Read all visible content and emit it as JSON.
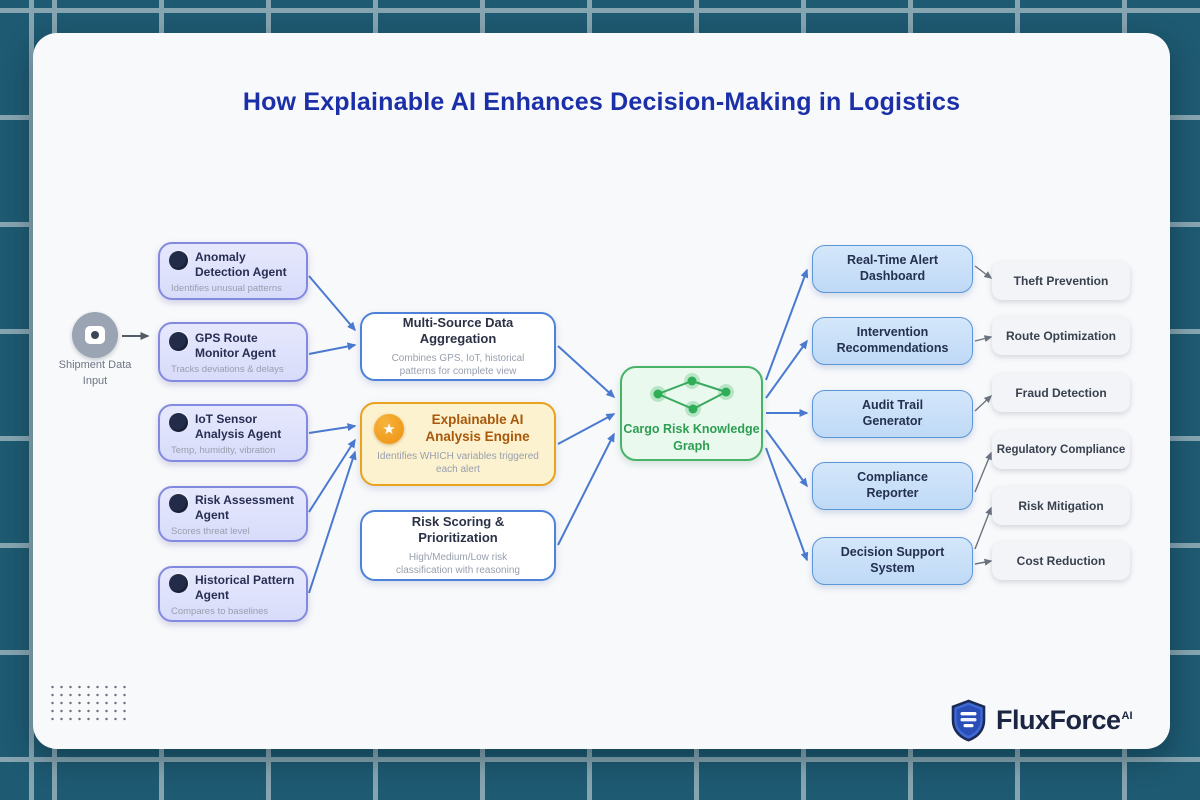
{
  "title": "How Explainable AI Enhances Decision-Making in Logistics",
  "input": {
    "label": "Shipment Data Input"
  },
  "agents": [
    {
      "title": "Anomaly Detection Agent",
      "subtitle": "Identifies unusual patterns"
    },
    {
      "title": "GPS Route Monitor Agent",
      "subtitle": "Tracks deviations & delays"
    },
    {
      "title": "IoT Sensor Analysis Agent",
      "subtitle": "Temp, humidity, vibration"
    },
    {
      "title": "Risk Assessment Agent",
      "subtitle": "Scores threat level"
    },
    {
      "title": "Historical Pattern Agent",
      "subtitle": "Compares to baselines"
    }
  ],
  "processing": [
    {
      "title": "Multi-Source Data Aggregation",
      "subtitle": "Combines GPS, IoT, historical patterns for complete view"
    },
    {
      "title": "Explainable AI Analysis Engine",
      "subtitle": "Identifies WHICH variables triggered each alert"
    },
    {
      "title": "Risk Scoring & Prioritization",
      "subtitle": "High/Medium/Low risk classification with reasoning"
    }
  ],
  "knowledge_graph": {
    "title": "Cargo Risk Knowledge Graph"
  },
  "outputs": [
    {
      "title": "Real-Time Alert Dashboard"
    },
    {
      "title": "Intervention Recommendations"
    },
    {
      "title": "Audit Trail Generator"
    },
    {
      "title": "Compliance Reporter"
    },
    {
      "title": "Decision Support System"
    }
  ],
  "benefits": [
    {
      "title": "Theft Prevention"
    },
    {
      "title": "Route Optimization"
    },
    {
      "title": "Fraud Detection"
    },
    {
      "title": "Regulatory Compliance"
    },
    {
      "title": "Risk Mitigation"
    },
    {
      "title": "Cost Reduction"
    }
  ],
  "brand": {
    "name": "FluxForce",
    "suffix": "AI"
  },
  "colors": {
    "teal_bg": "#1e5a72",
    "grid_line": "#86a5b1",
    "card_bg": "#f8f9fb",
    "title_blue": "#1b2fa8",
    "agent_border": "#8489e0",
    "agent_title": "#272e52",
    "subtitle_gray": "#989fae",
    "outline_border": "#4d82d8",
    "highlight_fill": "#fdf2cf",
    "highlight_border": "#e8a21c",
    "highlight_title": "#a9580b",
    "star_orange": "#f09b1d",
    "green_fill": "#e9f9ee",
    "green_border": "#49b269",
    "green_text": "#2d9e52",
    "output_border": "#5b96d8",
    "output_text": "#233050",
    "benefit_fill": "#f2f4f7",
    "benefit_text": "#39414f",
    "arrow_blue": "#4a7ad0",
    "arrow_gray": "#6b7280",
    "arrow_dark": "#555b66",
    "input_gray": "#9aa4b2",
    "brand_navy": "#1c2541",
    "brand_blue": "#2a4db8"
  }
}
